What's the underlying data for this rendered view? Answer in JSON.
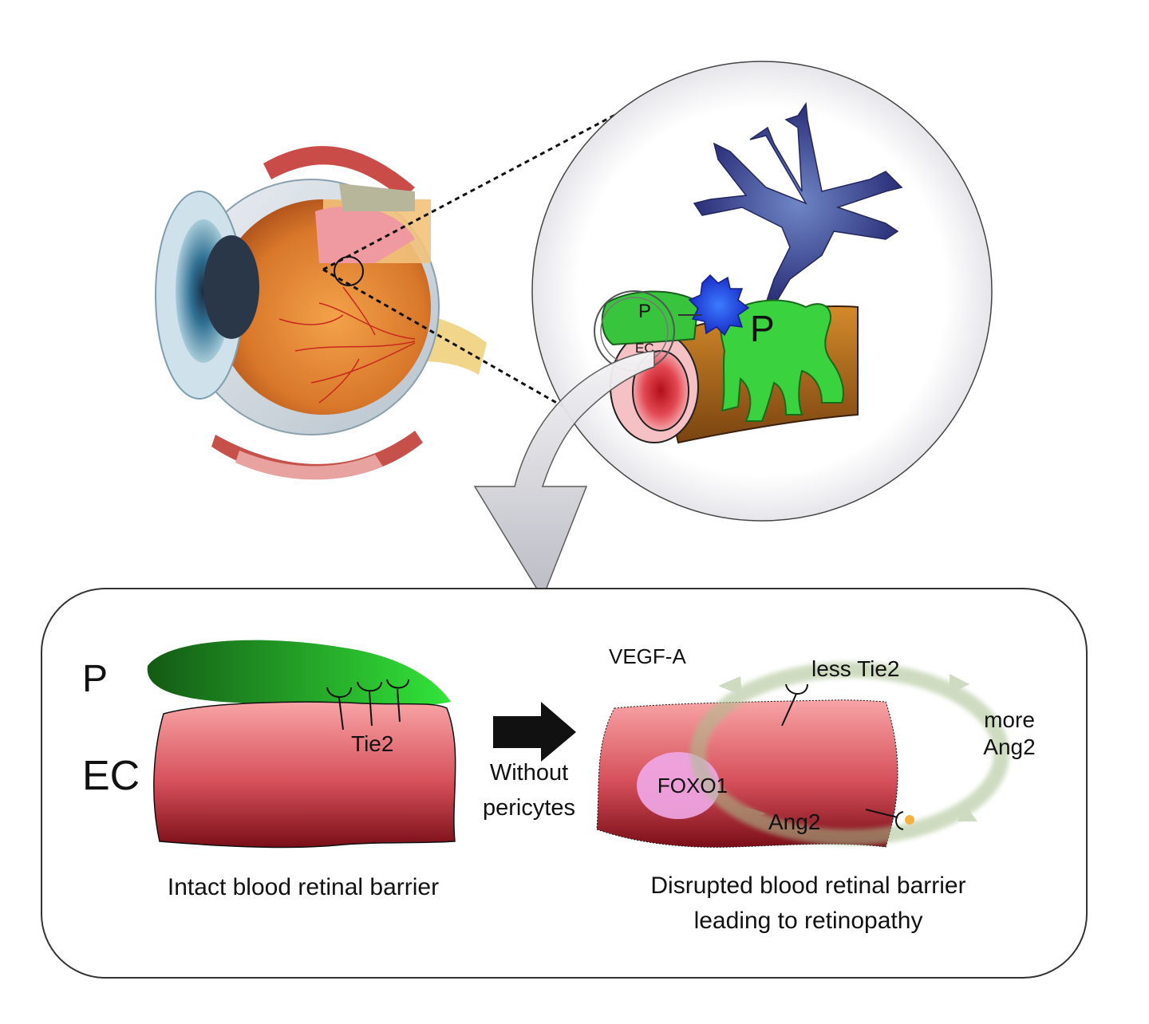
{
  "zoom": {
    "pericyte_small_label": "P",
    "endothelial_small_label": "EC",
    "pericyte_large_label": "P"
  },
  "panel": {
    "row_label_p": "P",
    "row_label_ec": "EC",
    "receptor_label": "Tie2",
    "arrow_label_line1": "Without",
    "arrow_label_line2": "pericytes",
    "caption_left": "Intact blood retinal barrier",
    "caption_right_line1": "Disrupted blood retinal barrier",
    "caption_right_line2": "leading to retinopathy",
    "vegf_label": "VEGF-A",
    "less_tie2_label": "less Tie2",
    "more_label_line1": "more",
    "more_label_line2": "Ang2",
    "foxo1_label": "FOXO1",
    "ang2_label": "Ang2"
  },
  "colors": {
    "pericyte_green": "#2fbf2f",
    "endothelial_red": "#c8303c",
    "neuron_blue": "#3a3f8f",
    "foxo1_pink": "#f0a8e8"
  }
}
